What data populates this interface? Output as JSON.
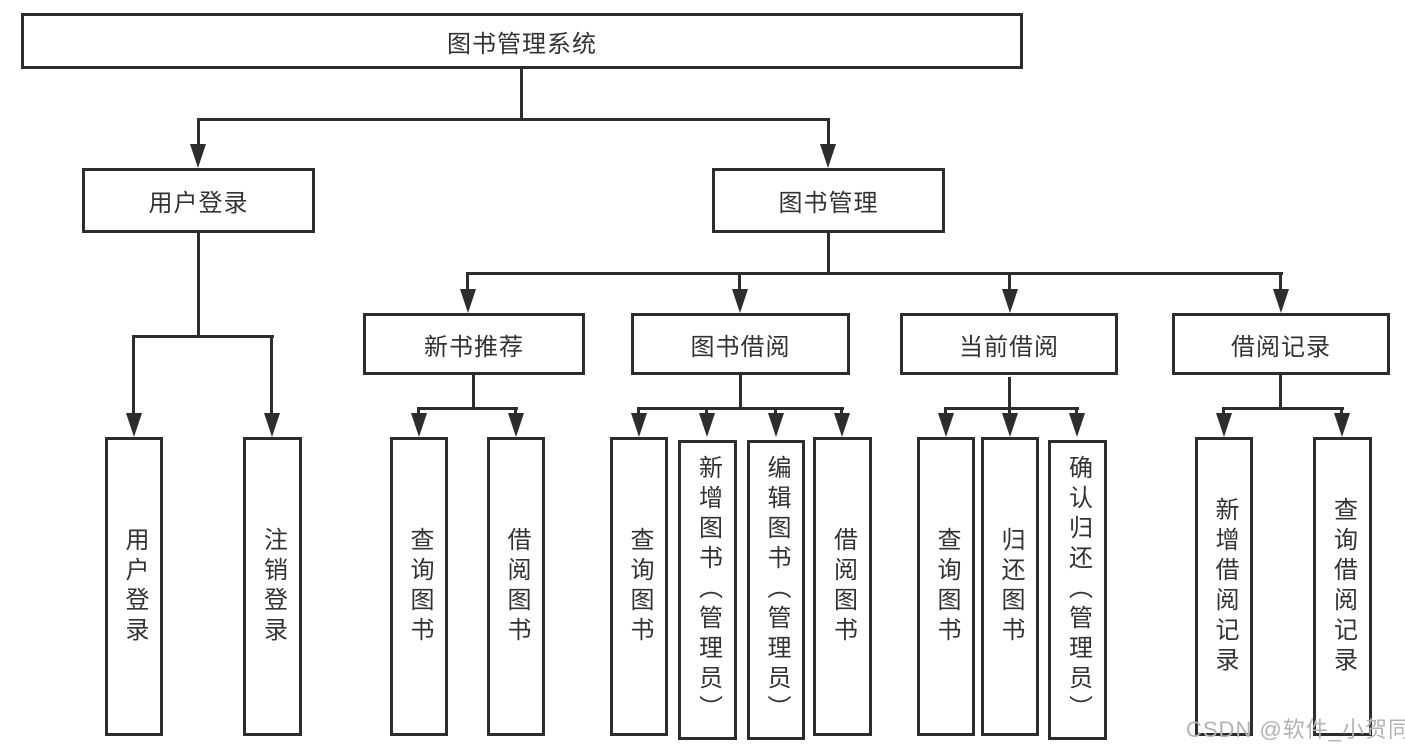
{
  "nodes": {
    "root": "图书管理系统",
    "user_login": "用户登录",
    "book_management": "图书管理",
    "new_book_recommend": "新书推荐",
    "book_borrowing": "图书借阅",
    "current_borrowing": "当前借阅",
    "borrowing_records": "借阅记录",
    "user_login_leaf": "用户登录",
    "logout": "注销登录",
    "nbr_query_books": "查询图书",
    "nbr_borrow_books": "借阅图书",
    "bb_query_books": "查询图书",
    "bb_add_books": "新增图书（管理员）",
    "bb_edit_books": "编辑图书（管理员）",
    "bb_borrow_books": "借阅图书",
    "cb_query_books": "查询图书",
    "cb_return_books": "归还图书",
    "cb_confirm_return": "确认归还（管理员）",
    "br_add_record": "新增借阅记录",
    "br_query_record": "查询借阅记录"
  },
  "watermark": "CSDN @软件_小贺同学",
  "colors": {
    "line": "#2d2d2d",
    "text": "#333333",
    "background": "#ffffff",
    "watermark": "#b0b4b9"
  }
}
